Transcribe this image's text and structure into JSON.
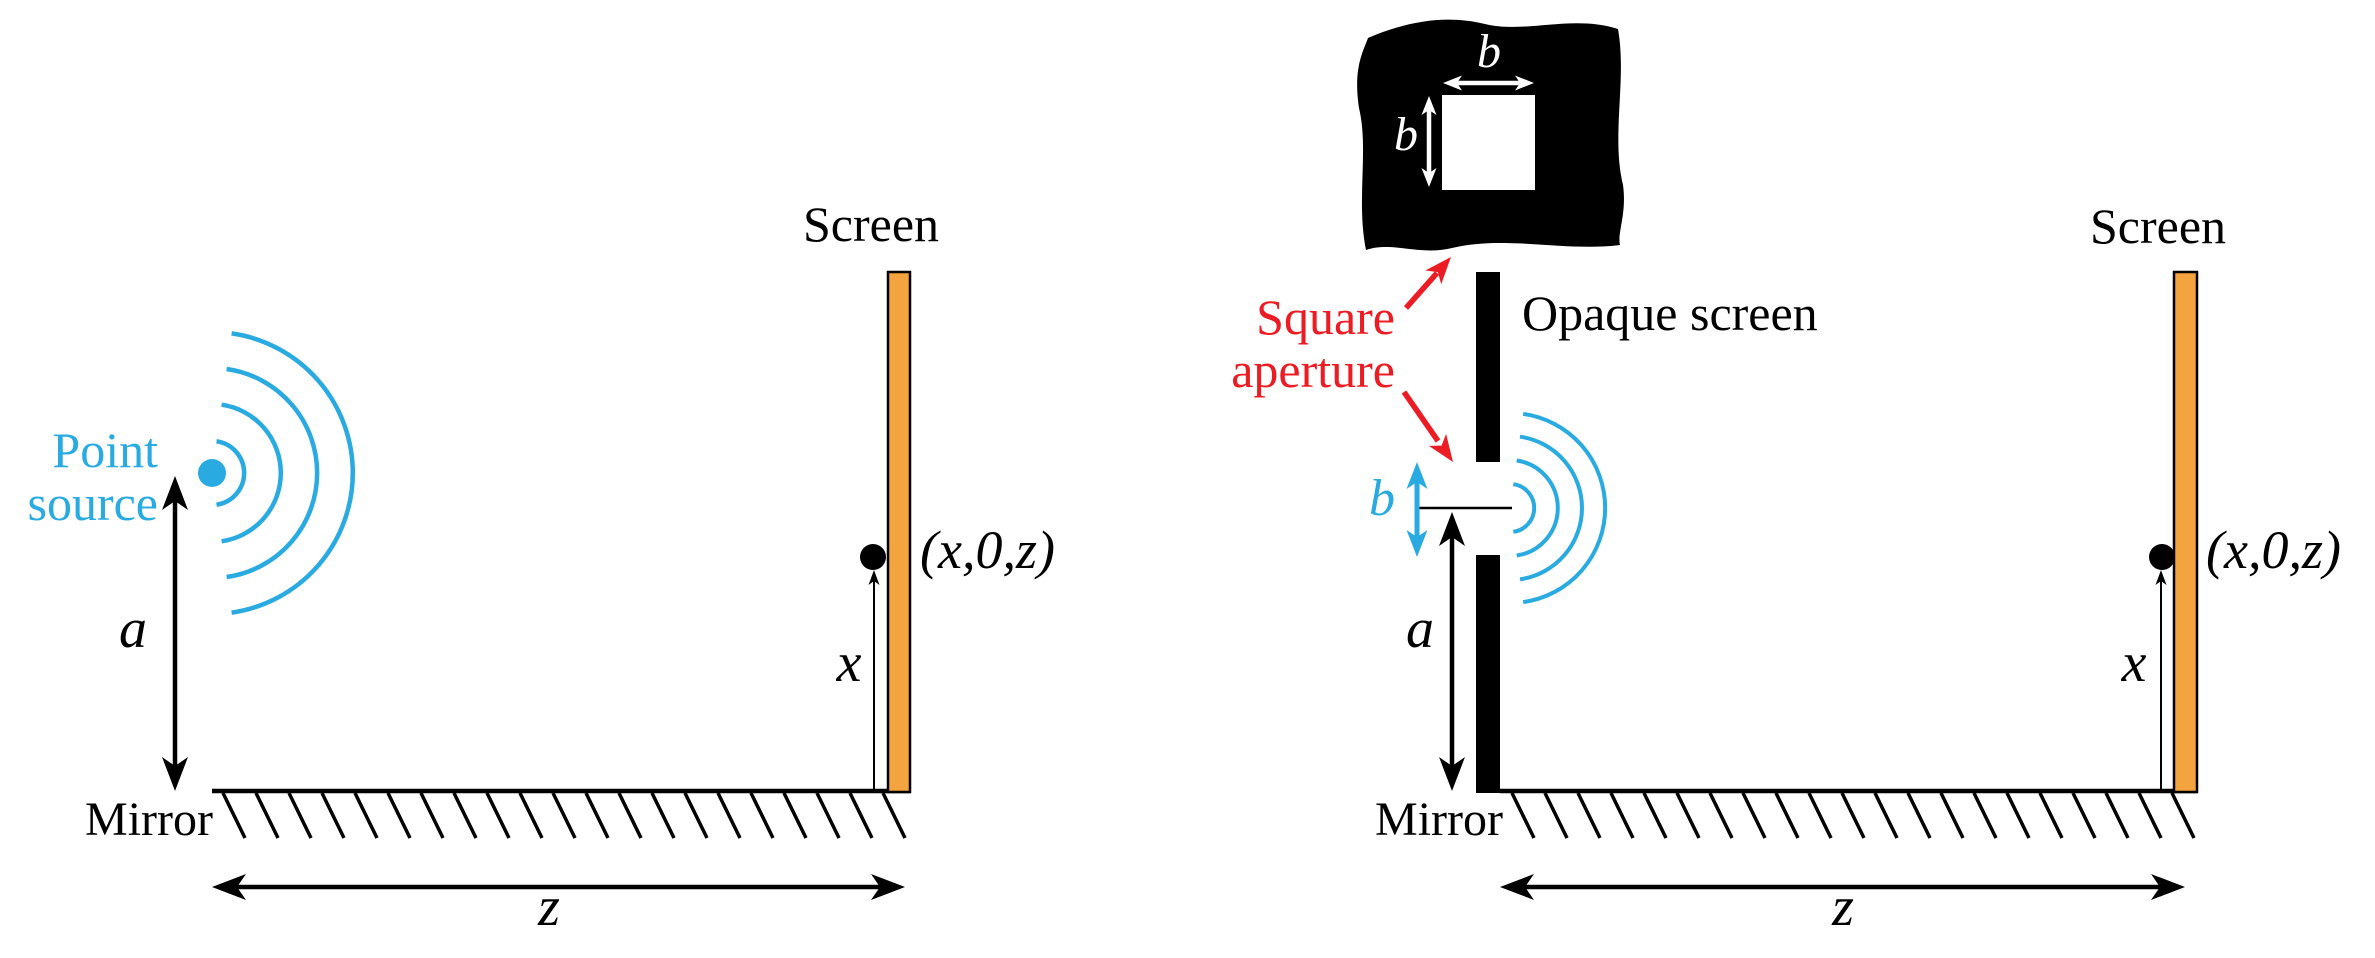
{
  "colors": {
    "cyan": "#29ABE2",
    "red": "#EC1C24",
    "orange": "#F4A43F",
    "black": "#000000"
  },
  "left_diagram": {
    "screen_label": "Screen",
    "point_source_line1": "Point",
    "point_source_line2": "source",
    "a_label": "a",
    "x_label": "x",
    "z_label": "z",
    "point_coords_label": "(x,0,z)",
    "mirror_label": "Mirror"
  },
  "right_diagram": {
    "screen_label": "Screen",
    "opaque_screen_label": "Opaque screen",
    "square_aperture_line1": "Square",
    "square_aperture_line2": "aperture",
    "aperture_width_label": "b",
    "inset_top_label": "b",
    "inset_side_label": "b",
    "a_label": "a",
    "x_label": "x",
    "z_label": "z",
    "point_coords_label": "(x,0,z)",
    "mirror_label": "Mirror"
  }
}
